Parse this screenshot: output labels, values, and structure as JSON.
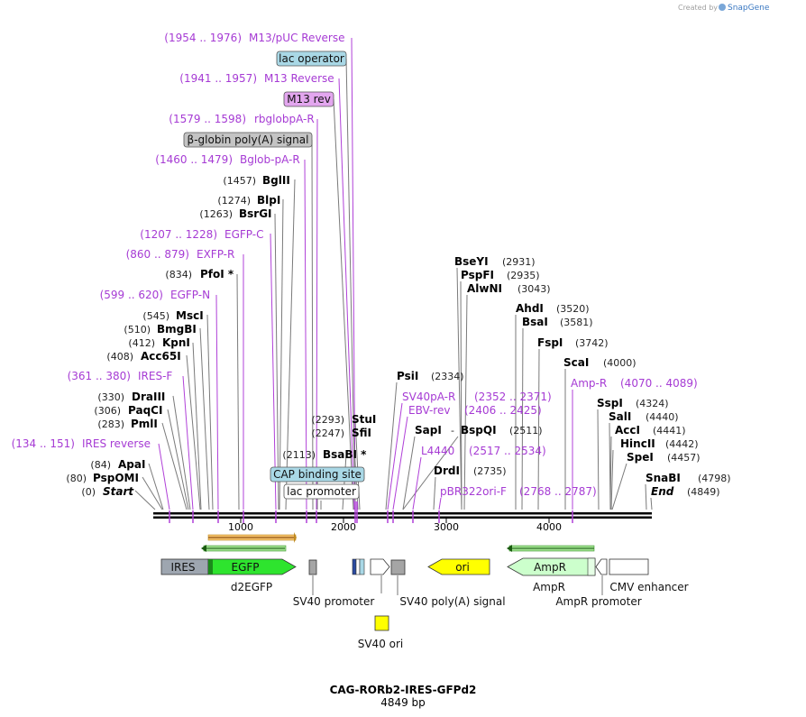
{
  "credit": {
    "created_by": "Created by",
    "brand": "SnapGene"
  },
  "plasmid": {
    "name": "CAG-RORb2-IRES-GFPd2",
    "length": "4849 bp"
  },
  "colors": {
    "enzyme": "#000000",
    "primer": "#a63bd4",
    "feature_label": "#111111",
    "egfp": "#2ee42e",
    "ires": "#9ea6b0",
    "ori": "#ffff00",
    "ampr": "#ccffcc",
    "sv40_ori": "#ffff00",
    "backbone": "#000000",
    "primer_line": "#b040d8",
    "site_line": "#7a7a7a"
  },
  "ruler": {
    "ticks": [
      "1000",
      "2000",
      "3000",
      "4000"
    ]
  },
  "left_sites": [
    {
      "num": "(1954 .. 1976)",
      "name": "M13/pUC Reverse",
      "type": "primer"
    },
    {
      "name": "lac operator",
      "type": "box",
      "fill": "#a9d8e6"
    },
    {
      "num": "(1941 .. 1957)",
      "name": "M13 Reverse",
      "type": "primer"
    },
    {
      "name": "M13 rev",
      "type": "box",
      "fill": "#e3a6ef"
    },
    {
      "num": "(1579 .. 1598)",
      "name": "rbglobpA-R",
      "type": "primer"
    },
    {
      "name": "β-globin poly(A) signal",
      "type": "box",
      "fill": "#c4c4c4"
    },
    {
      "num": "(1460 .. 1479)",
      "name": "Bglob-pA-R",
      "type": "primer"
    },
    {
      "num": "(1457)",
      "name": "BglII",
      "type": "enzyme"
    },
    {
      "num": "(1274)",
      "name": "BlpI",
      "type": "enzyme"
    },
    {
      "num": "(1263)",
      "name": "BsrGI",
      "type": "enzyme"
    },
    {
      "num": "(1207 .. 1228)",
      "name": "EGFP-C",
      "type": "primer"
    },
    {
      "num": "(860 .. 879)",
      "name": "EXFP-R",
      "type": "primer"
    },
    {
      "num": "(834)",
      "name": "PfoI *",
      "type": "enzyme"
    },
    {
      "num": "(599 .. 620)",
      "name": "EGFP-N",
      "type": "primer"
    },
    {
      "num": "(545)",
      "name": "MscI",
      "type": "enzyme"
    },
    {
      "num": "(510)",
      "name": "BmgBI",
      "type": "enzyme"
    },
    {
      "num": "(412)",
      "name": "KpnI",
      "type": "enzyme"
    },
    {
      "num": "(408)",
      "name": "Acc65I",
      "type": "enzyme"
    },
    {
      "num": "(361 .. 380)",
      "name": "IRES-F",
      "type": "primer"
    },
    {
      "num": "(330)",
      "name": "DraIII",
      "type": "enzyme"
    },
    {
      "num": "(306)",
      "name": "PaqCI",
      "type": "enzyme"
    },
    {
      "num": "(283)",
      "name": "PmlI",
      "type": "enzyme"
    },
    {
      "num": "(134 .. 151)",
      "name": "IRES reverse",
      "type": "primer"
    },
    {
      "num": "(84)",
      "name": "ApaI",
      "type": "enzyme"
    },
    {
      "num": "(80)",
      "name": "PspOMI",
      "type": "enzyme"
    },
    {
      "num": "(0)",
      "name": "Start",
      "type": "terminus"
    }
  ],
  "middle_sites": [
    {
      "num": "(2293)",
      "name": "StuI",
      "type": "enzyme"
    },
    {
      "num": "(2247)",
      "name": "SfiI",
      "type": "enzyme"
    },
    {
      "num": "(2113)",
      "name": "BsaBI *",
      "type": "enzyme"
    },
    {
      "name": "CAP binding site",
      "type": "box",
      "fill": "#a9d8e6"
    },
    {
      "name": "lac promoter",
      "type": "box",
      "fill": "#ffffff"
    }
  ],
  "right_sites": [
    {
      "name": "BseYI",
      "num": "(2931)",
      "type": "enzyme"
    },
    {
      "name": "PspFI",
      "num": "(2935)",
      "type": "enzyme"
    },
    {
      "name": "AlwNI",
      "num": "(3043)",
      "type": "enzyme"
    },
    {
      "name": "AhdI",
      "num": "(3520)",
      "type": "enzyme"
    },
    {
      "name": "BsaI",
      "num": "(3581)",
      "type": "enzyme"
    },
    {
      "name": "FspI",
      "num": "(3742)",
      "type": "enzyme"
    },
    {
      "name": "ScaI",
      "num": "(4000)",
      "type": "enzyme"
    },
    {
      "name": "Amp-R",
      "num": "(4070 .. 4089)",
      "type": "primer"
    },
    {
      "name": "SspI",
      "num": "(4324)",
      "type": "enzyme"
    },
    {
      "name": "SalI",
      "num": "(4440)",
      "type": "enzyme"
    },
    {
      "name": "AccI",
      "num": "(4441)",
      "type": "enzyme"
    },
    {
      "name": "HincII",
      "num": "(4442)",
      "type": "enzyme"
    },
    {
      "name": "SpeI",
      "num": "(4457)",
      "type": "enzyme"
    },
    {
      "name": "SnaBI",
      "num": "(4798)",
      "type": "enzyme"
    },
    {
      "name": "End",
      "num": "(4849)",
      "type": "terminus"
    },
    {
      "name": "PsiI",
      "num": "(2334)",
      "type": "enzyme"
    },
    {
      "name": "SV40pA-R",
      "num": "(2352 .. 2371)",
      "type": "primer"
    },
    {
      "name": "EBV-rev",
      "num": "(2406 .. 2425)",
      "type": "primer"
    },
    {
      "name": "SapI",
      "num": "",
      "type": "enzyme"
    },
    {
      "name": "BspQI",
      "num": "(2511)",
      "type": "enzyme"
    },
    {
      "name": "L4440",
      "num": "(2517 .. 2534)",
      "type": "primer"
    },
    {
      "name": "DrdI",
      "num": "(2735)",
      "type": "enzyme"
    },
    {
      "name": "pBR322ori-F",
      "num": "(2768 .. 2787)",
      "type": "primer"
    }
  ],
  "features": {
    "ires": "IRES",
    "egfp": "EGFP",
    "ori": "ori",
    "ampr": "AmpR",
    "below": {
      "d2egfp": "d2EGFP",
      "sv40_promoter": "SV40 promoter",
      "sv40_polya": "SV40 poly(A) signal",
      "ampr": "AmpR",
      "ampr_promoter": "AmpR promoter",
      "cmv_enhancer": "CMV enhancer",
      "sv40_ori": "SV40 ori"
    }
  }
}
